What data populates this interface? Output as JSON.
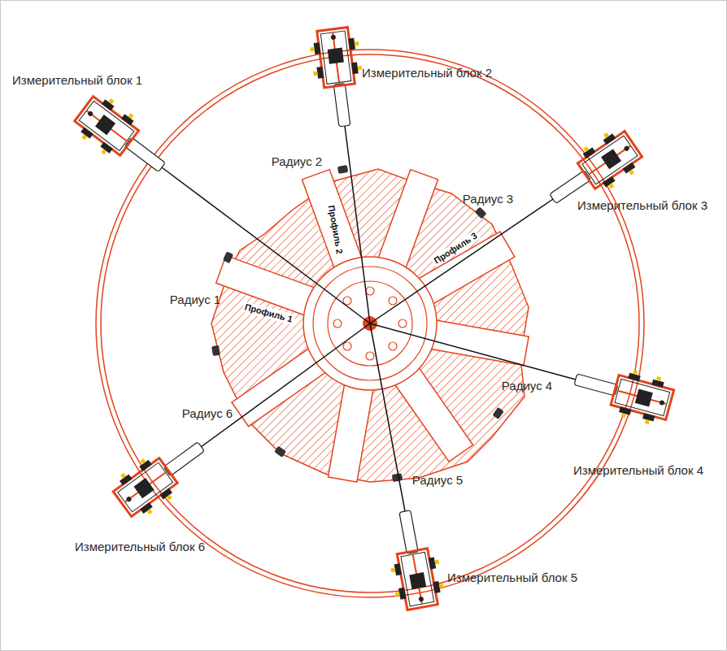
{
  "diagram": {
    "labels": [
      "Измерительный блок 2",
      "Радиус 2",
      "Радиус 3",
      "Измерительный блок 3",
      "Измерительный блок 1",
      "Профиль 2",
      "Профиль 3",
      "Радиус 1",
      "Профиль 1",
      "Радиус 4",
      "Радиус 6",
      "Измерительный блок 4",
      "Радиус 5",
      "Измерительный блок 6",
      "Измерительный блок 5"
    ]
  }
}
